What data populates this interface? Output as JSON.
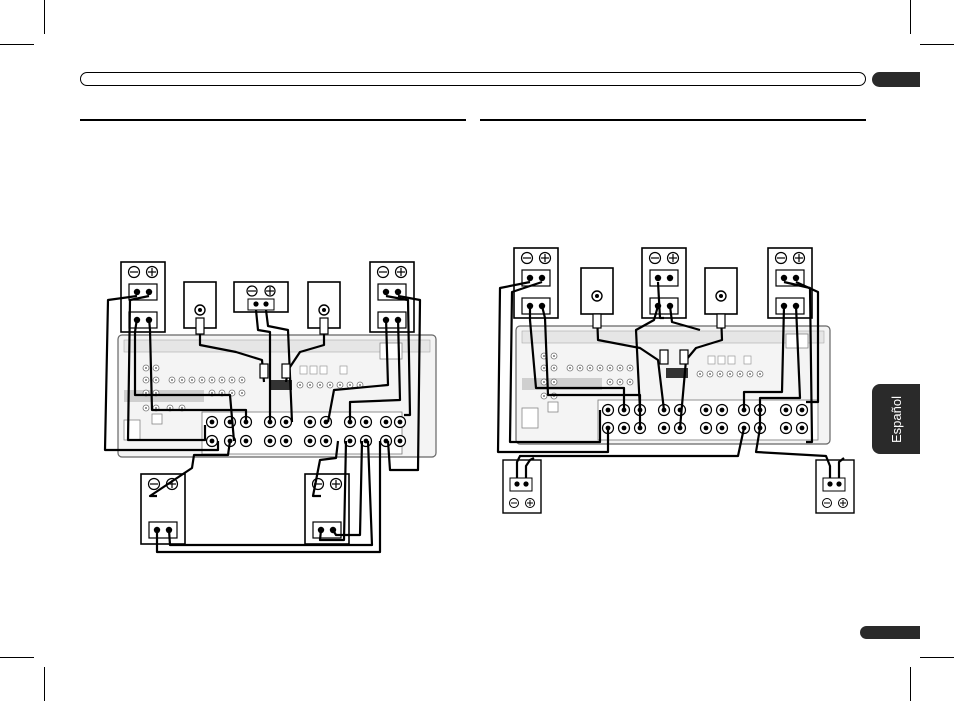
{
  "page": {
    "side_tab_label": "Español",
    "header_title": "",
    "page_number": ""
  },
  "colors": {
    "ink": "#000000",
    "tab_fill": "#2a2a2a",
    "panel_fill": "#f2f2f2",
    "panel_shade": "#c8c8c8"
  },
  "diagrams": [
    {
      "name": "left-wiring-diagram",
      "description_visible": false
    },
    {
      "name": "right-wiring-diagram",
      "description_visible": false
    }
  ]
}
